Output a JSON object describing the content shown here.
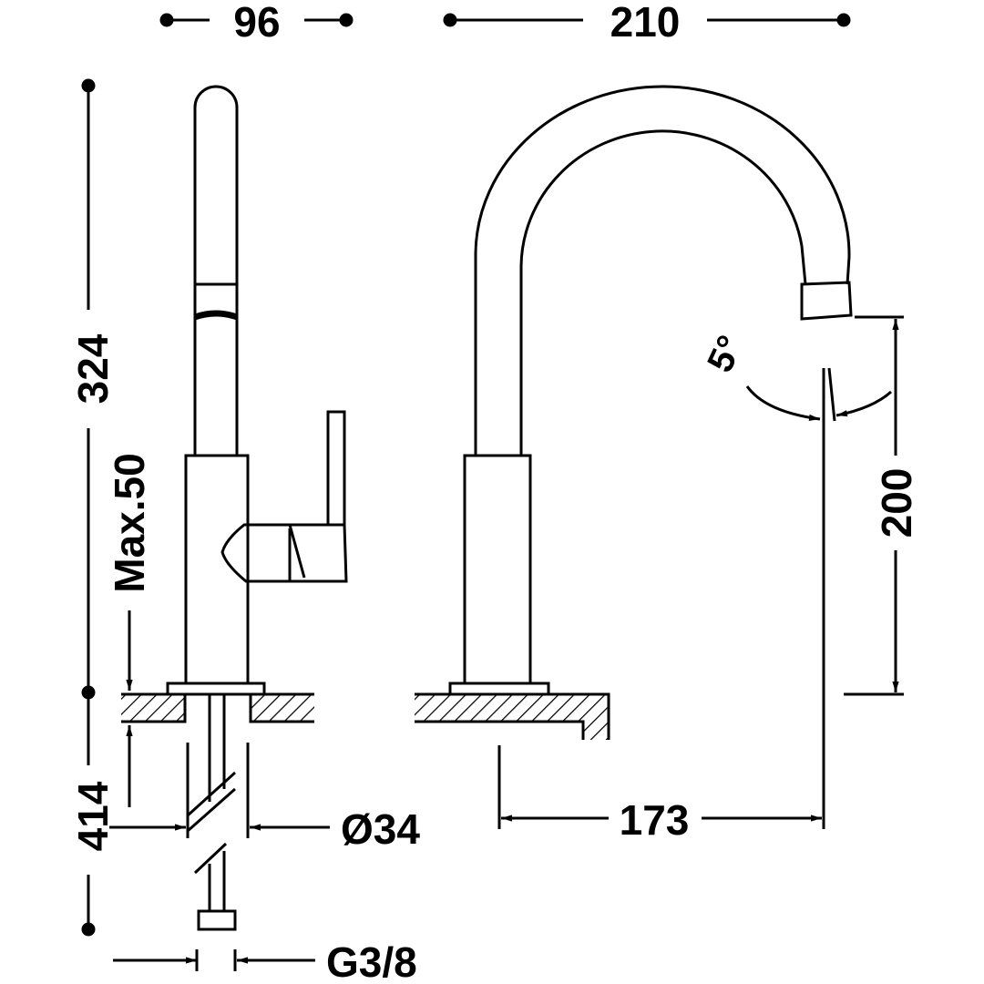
{
  "dimensions": {
    "width_side": "96",
    "width_front": "210",
    "height_total": "324",
    "max_thickness": "Max.50",
    "below_length": "414",
    "hole_diameter": "Ø34",
    "connection": "G3/8",
    "reach": "173",
    "spout_height": "200",
    "angle": "5°"
  },
  "colors": {
    "ink": "#000000",
    "paper": "#ffffff"
  }
}
